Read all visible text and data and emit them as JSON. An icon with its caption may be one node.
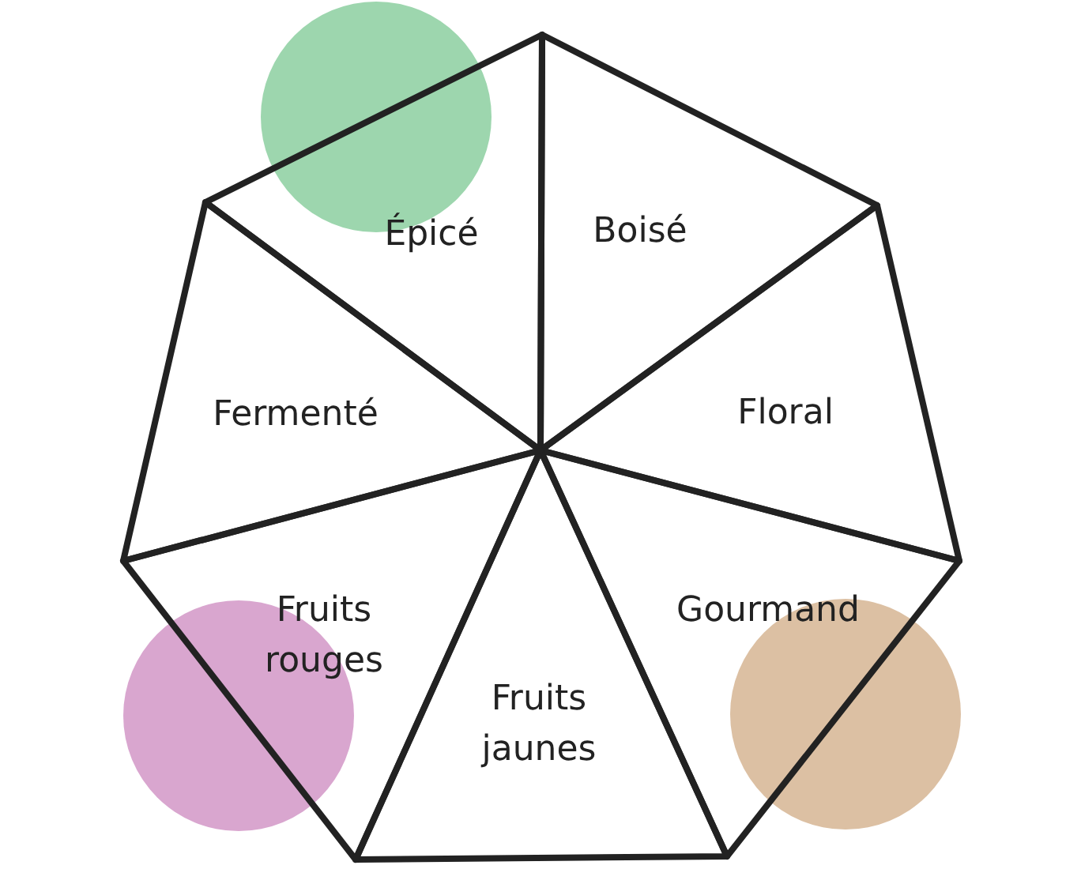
{
  "diagram": {
    "nodes": [
      {
        "text": [
          "Épicé"
        ]
      },
      {
        "text": [
          "Boisé"
        ]
      },
      {
        "text": [
          "Floral"
        ]
      },
      {
        "text": [
          "Gourmand"
        ]
      },
      {
        "text": [
          "Fruits jaunes"
        ]
      },
      {
        "text": [
          "Fruits rouges"
        ]
      },
      {
        "text": [
          "Fermenté"
        ]
      }
    ]
  }
}
